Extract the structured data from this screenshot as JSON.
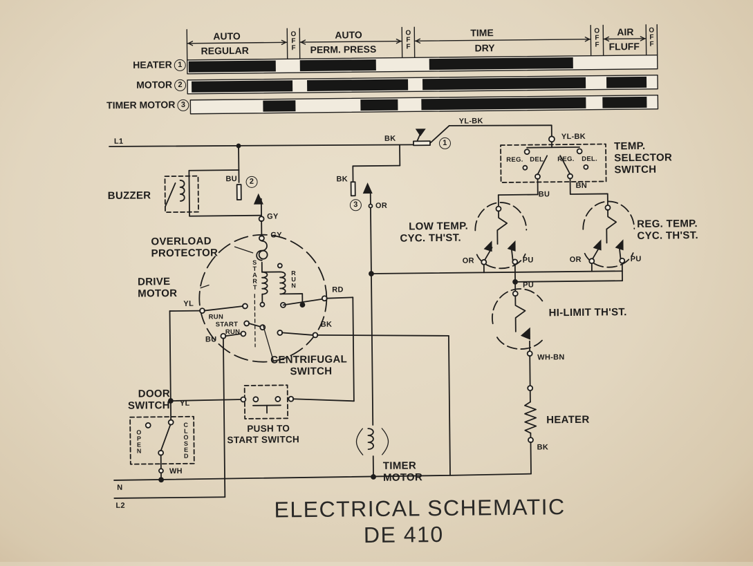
{
  "timing_chart": {
    "columns": [
      {
        "top": "AUTO",
        "bottom": "REGULAR"
      },
      {
        "vertical": "OFF"
      },
      {
        "top": "AUTO",
        "bottom": "PERM. PRESS"
      },
      {
        "vertical": "OFF"
      },
      {
        "top": "TIME",
        "bottom": "DRY"
      },
      {
        "vertical": "OFF"
      },
      {
        "top": "AIR",
        "bottom": "FLUFF"
      },
      {
        "vertical": "OFF"
      }
    ],
    "rows": [
      {
        "label": "HEATER",
        "num": "1"
      },
      {
        "label": "MOTOR",
        "num": "2"
      },
      {
        "label": "TIMER MOTOR",
        "num": "3"
      }
    ]
  },
  "supply": {
    "l1": "L1",
    "n": "N",
    "l2": "L2"
  },
  "components": {
    "buzzer": "BUZZER",
    "overload": [
      "OVERLOAD",
      "PROTECTOR"
    ],
    "drive_motor": [
      "DRIVE",
      "MOTOR"
    ],
    "start_winding": "START",
    "run_winding": "RUN",
    "centrifugal": [
      "CENTRIFUGAL",
      "SWITCH"
    ],
    "door_switch": [
      "DOOR",
      "SWITCH"
    ],
    "door_open": "OPEN",
    "door_closed": "CLOSED",
    "push_start": [
      "PUSH TO",
      "START SWITCH"
    ],
    "timer_motor": [
      "TIMER",
      "MOTOR"
    ],
    "temp_selector": [
      "TEMP.",
      "SELECTOR",
      "SWITCH"
    ],
    "low_temp": [
      "LOW TEMP.",
      "CYC. TH'ST."
    ],
    "reg_temp": [
      "REG. TEMP.",
      "CYC. TH'ST."
    ],
    "hi_limit": "HI-LIMIT  TH'ST.",
    "heater": "HEATER",
    "sel_reg": "REG.",
    "sel_del": "DEL.",
    "cs_run": "RUN",
    "cs_start": "START"
  },
  "wires": {
    "bu": "BU",
    "gy": "GY",
    "yl": "YL",
    "rd": "RD",
    "bk": "BK",
    "or": "OR",
    "pu": "PU",
    "wh": "WH",
    "yl_bk": "YL-BK",
    "bn": "BN",
    "wh_bn": "WH-BN",
    "n1": "1",
    "n2": "2",
    "n3": "3"
  },
  "title": {
    "line1": "ELECTRICAL  SCHEMATIC",
    "line2": "DE 410"
  }
}
